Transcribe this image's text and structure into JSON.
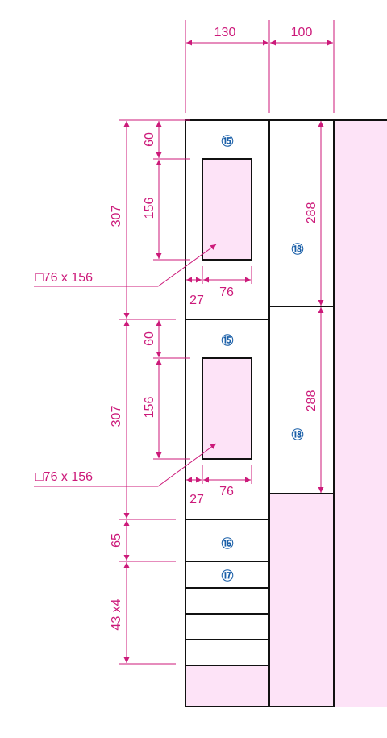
{
  "colors": {
    "dimension": "#cc1a7a",
    "label": "#1a5fa8",
    "fill": "#fde3f7",
    "outline": "#111111"
  },
  "dims": {
    "col1_width": "130",
    "col2_width": "100",
    "top_gap": "60",
    "slot_height": "156",
    "section_height": "307",
    "slot_offset": "27",
    "slot_width": "76",
    "slot_spec": "□76 x 156",
    "panel_height": "288",
    "row_height": "65",
    "small_rows": "43 x4"
  },
  "labels": {
    "item15": "⑮",
    "item16": "⑯",
    "item17": "⑰",
    "item18": "⑱"
  }
}
